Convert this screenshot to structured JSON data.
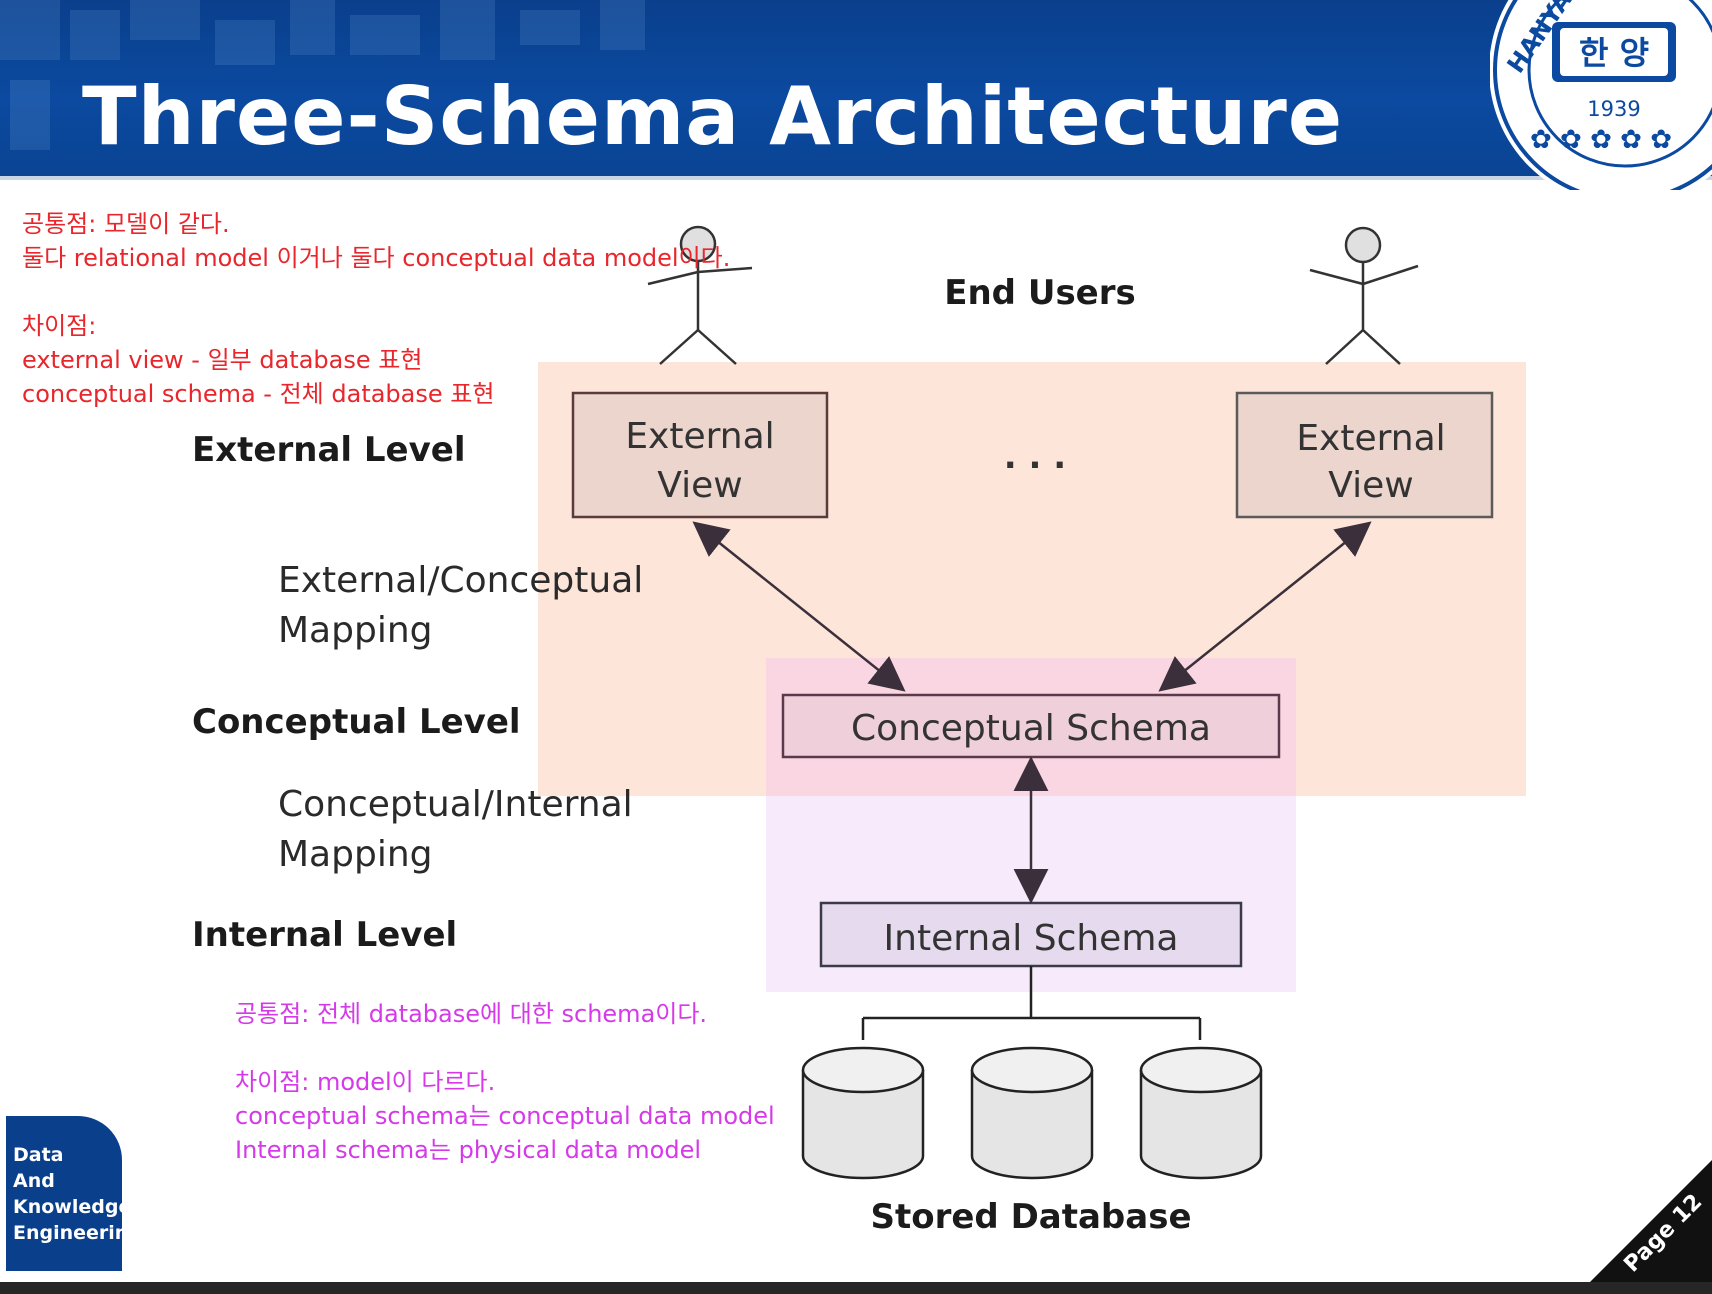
{
  "header": {
    "title": "Three-Schema Architecture",
    "colors": {
      "background": "#0b4aa0",
      "title": "#ffffff"
    }
  },
  "logo": {
    "ring_text": "HANYANG UNIVERSITY",
    "center_text": "한 양",
    "year": "1939"
  },
  "notes": {
    "top": [
      "공통점: 모델이 같다.",
      "둘다 relational model 이거나 둘다 conceptual data model이다.",
      "",
      "차이점:",
      "external view - 일부 database 표현",
      "conceptual schema - 전체 database 표현"
    ],
    "bottom": [
      "공통점: 전체 database에 대한 schema이다.",
      "",
      "차이점: model이 다르다.",
      "conceptual schema는 conceptual data model",
      "Internal schema는 physical data model"
    ],
    "colors": {
      "top": "#e8262b",
      "bottom": "#d53ae8"
    }
  },
  "levels": {
    "external": "External Level",
    "conceptual": "Conceptual Level",
    "internal": "Internal Level"
  },
  "mappings": {
    "external_conceptual": [
      "External/Conceptual",
      "Mapping"
    ],
    "conceptual_internal": [
      "Conceptual/Internal",
      "Mapping"
    ]
  },
  "diagram": {
    "end_users": "End Users",
    "external_view_1": [
      "External",
      "View"
    ],
    "ellipsis": ". . .",
    "external_view_2": [
      "External",
      "View"
    ],
    "conceptual_schema": "Conceptual Schema",
    "internal_schema": "Internal Schema",
    "stored_database": "Stored Database",
    "colors": {
      "external_region": "#fde5da",
      "conceptual_region": "#f9d6e1",
      "internal_region": "#f7ebfb",
      "external_box": "#ecd5cc",
      "conceptual_box": "#efd0da",
      "internal_box": "#e6dbee",
      "arrow": "#3a2f3a",
      "disk": "#e5e5e5"
    }
  },
  "footer": {
    "lab_name": [
      "Data",
      "And",
      "Knowledge",
      "Engineering"
    ],
    "page_label": "Page 12"
  }
}
